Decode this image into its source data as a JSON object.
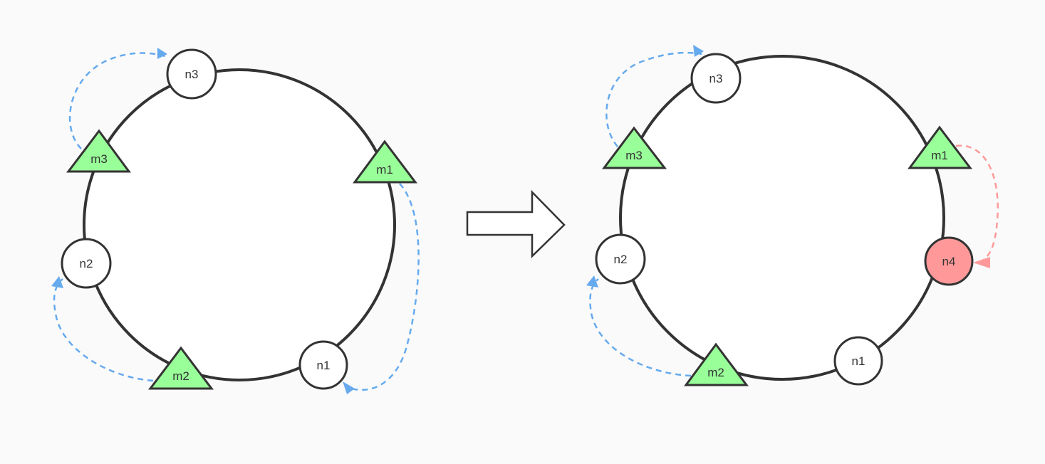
{
  "colors": {
    "background": "#fafafa",
    "ring_stroke": "#333333",
    "node_fill": "#ffffff",
    "new_node_fill": "#ff9999",
    "marker_fill": "#99ff99",
    "blue_link": "#66aaee",
    "red_link": "#ff9999",
    "arrow_fill": "#ffffff"
  },
  "before": {
    "nodes": [
      {
        "id": "n3",
        "label": "n3"
      },
      {
        "id": "n2",
        "label": "n2"
      },
      {
        "id": "n1",
        "label": "n1"
      }
    ],
    "markers": [
      {
        "id": "m3",
        "label": "m3"
      },
      {
        "id": "m1",
        "label": "m1"
      },
      {
        "id": "m2",
        "label": "m2"
      }
    ]
  },
  "after": {
    "nodes": [
      {
        "id": "n3",
        "label": "n3"
      },
      {
        "id": "n2",
        "label": "n2"
      },
      {
        "id": "n1",
        "label": "n1"
      },
      {
        "id": "n4",
        "label": "n4",
        "highlight": true
      }
    ],
    "markers": [
      {
        "id": "m3",
        "label": "m3"
      },
      {
        "id": "m1",
        "label": "m1"
      },
      {
        "id": "m2",
        "label": "m2"
      }
    ]
  },
  "transition_arrow": {
    "direction": "right"
  }
}
